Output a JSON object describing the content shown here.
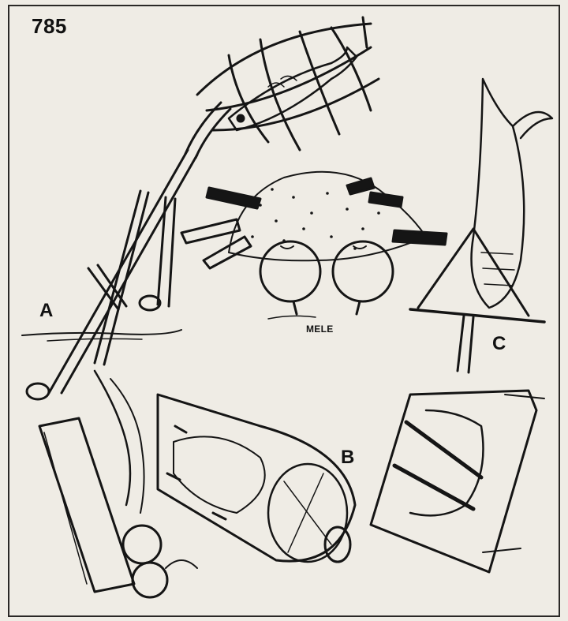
{
  "page_number": "785",
  "labels": {
    "a": "A",
    "b": "B",
    "c": "C",
    "apples": "MELE"
  }
}
